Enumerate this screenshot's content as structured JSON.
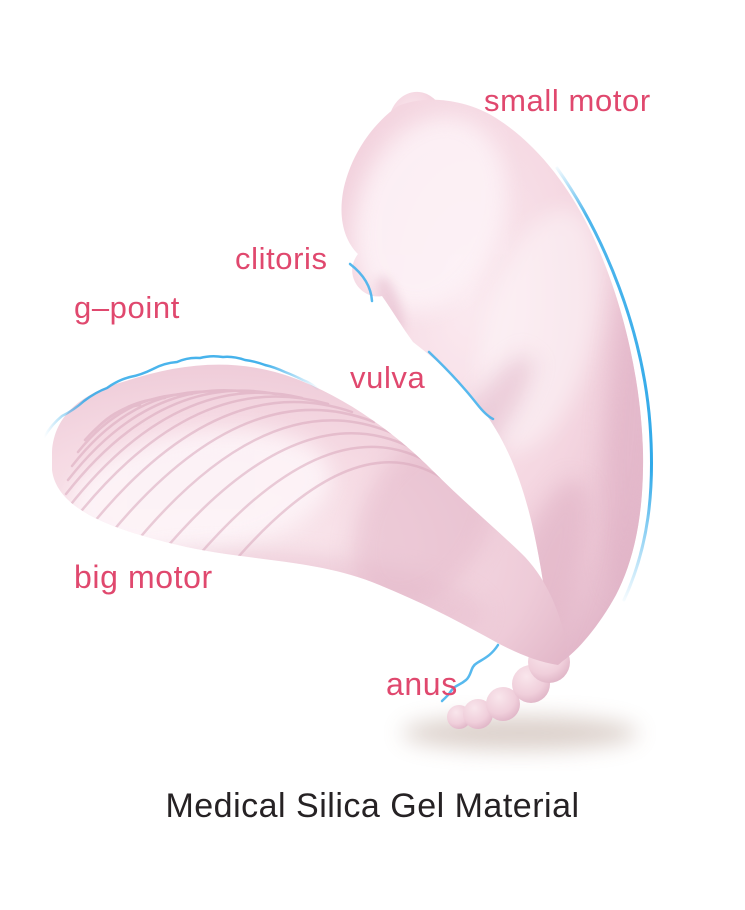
{
  "product_diagram": {
    "caption": "Medical Silica Gel Material",
    "labels": [
      {
        "id": "small-motor",
        "text": "small motor"
      },
      {
        "id": "clitoris",
        "text": "clitoris"
      },
      {
        "id": "g-point",
        "text": "g–point"
      },
      {
        "id": "vulva",
        "text": "vulva"
      },
      {
        "id": "big-motor",
        "text": "big motor"
      },
      {
        "id": "anus",
        "text": "anus"
      }
    ],
    "colors": {
      "label_text": "#e0486e",
      "caption_text": "#262224",
      "wave_line": "#2fa9e9",
      "body_highlight": "#fbeff3",
      "body_mid": "#f4d6e0",
      "body_shade": "#e2b6c8",
      "background": "#ffffff"
    }
  }
}
